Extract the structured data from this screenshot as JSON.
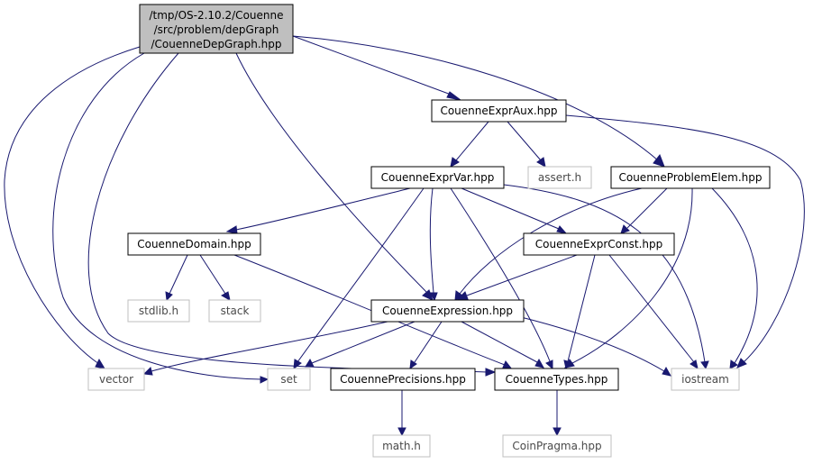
{
  "graph": {
    "root": {
      "lines": [
        "/tmp/OS-2.10.2/Couenne",
        "/src/problem/depGraph",
        "/CouenneDepGraph.hpp"
      ],
      "fill": "#bfbfbf",
      "border": "#000000"
    },
    "colors": {
      "edge": "#191970",
      "documented_border": "#000000",
      "undocumented_border": "#bfbfbf",
      "undocumented_text": "#4a4a4a"
    },
    "nodes": {
      "CouenneExprAux": "CouenneExprAux.hpp",
      "CouenneExprVar": "CouenneExprVar.hpp",
      "assert_h": "assert.h",
      "CouenneProblemElem": "CouenneProblemElem.hpp",
      "CouenneDomain": "CouenneDomain.hpp",
      "CouenneExprConst": "CouenneExprConst.hpp",
      "stdlib_h": "stdlib.h",
      "stack": "stack",
      "CouenneExpression": "CouenneExpression.hpp",
      "vector": "vector",
      "set": "set",
      "CouennePrecisions": "CouennePrecisions.hpp",
      "CouenneTypes": "CouenneTypes.hpp",
      "iostream": "iostream",
      "math_h": "math.h",
      "CoinPragma": "CoinPragma.hpp"
    }
  }
}
